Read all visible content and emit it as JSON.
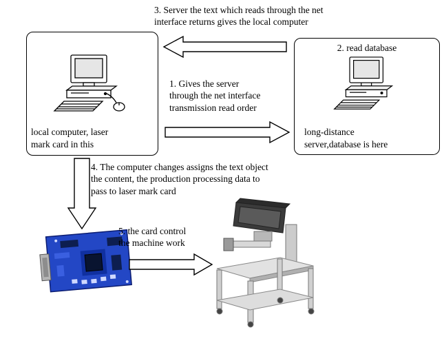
{
  "diagram": {
    "steps": {
      "step1": "1. Gives the server\nthrough the net interface\ntransmission read order",
      "step3": "3. Server the text which reads through the net\ninterface returns gives the local computer",
      "step4": "4. The computer changes assigns the text object\nthe content, the production processing data to\npass to laser mark card",
      "step5": "5. the card control\nthe machine work"
    },
    "local_box": {
      "label": "local computer, laser\nmark card in this"
    },
    "server_box": {
      "title": "2. read database",
      "label": "long-distance\nserver,database is here"
    },
    "colors": {
      "pcb_blue": "#2347c5",
      "pcb_dark": "#0b1c70",
      "arrow_fill": "#ffffff",
      "outline": "#000000"
    }
  }
}
